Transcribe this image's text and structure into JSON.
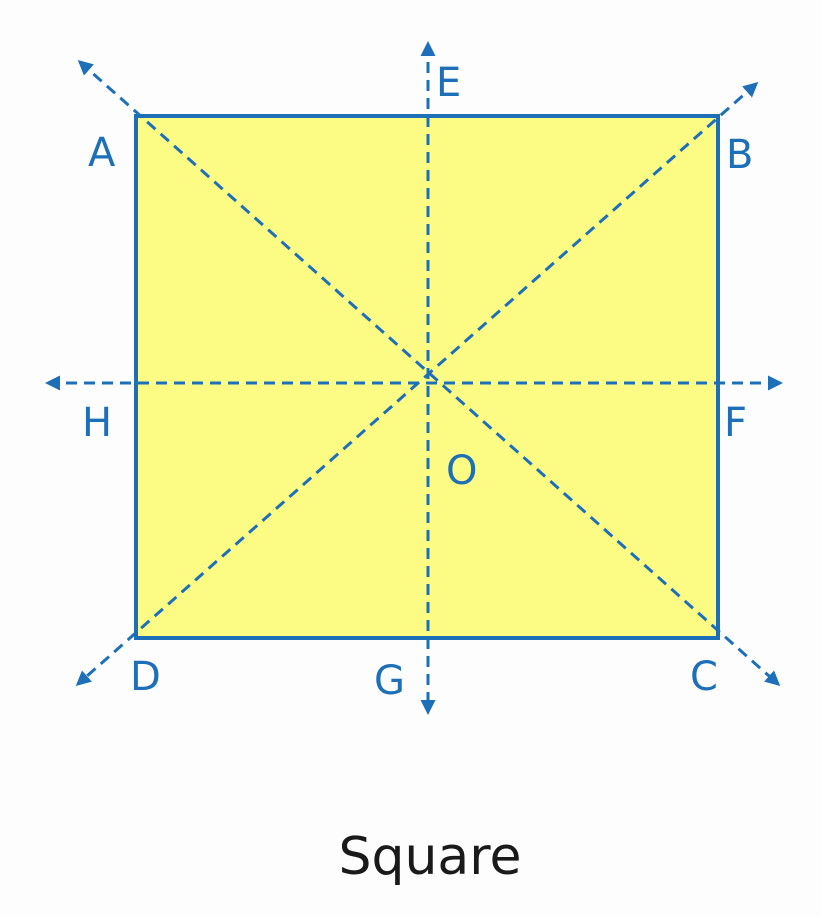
{
  "diagram": {
    "colors": {
      "fill": "#fcfc85",
      "line": "#1d6fb8",
      "caption": "#1a1a1a"
    },
    "vertices": {
      "a": "A",
      "b": "B",
      "c": "C",
      "d": "D"
    },
    "midpoints": {
      "e": "E",
      "f": "F",
      "g": "G",
      "h": "H"
    },
    "center": "O",
    "lines_of_symmetry": [
      "AC",
      "BD",
      "EG",
      "HF"
    ],
    "caption": "Square"
  }
}
